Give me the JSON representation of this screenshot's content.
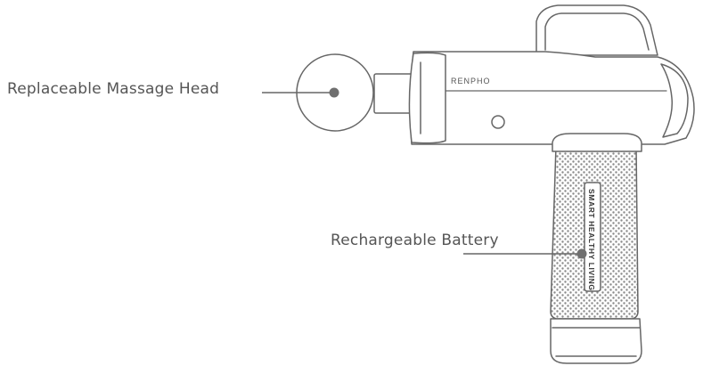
{
  "brand_text": "RENPHO",
  "grip_text": "SMART HEALTHY LIVING",
  "callouts": {
    "massage_head": "Replaceable Massage Head",
    "battery": "Rechargeable Battery"
  },
  "colors": {
    "line": "#666666",
    "dot": "#6f6f6f",
    "text": "#555555",
    "texture": "#8a8a8a"
  }
}
